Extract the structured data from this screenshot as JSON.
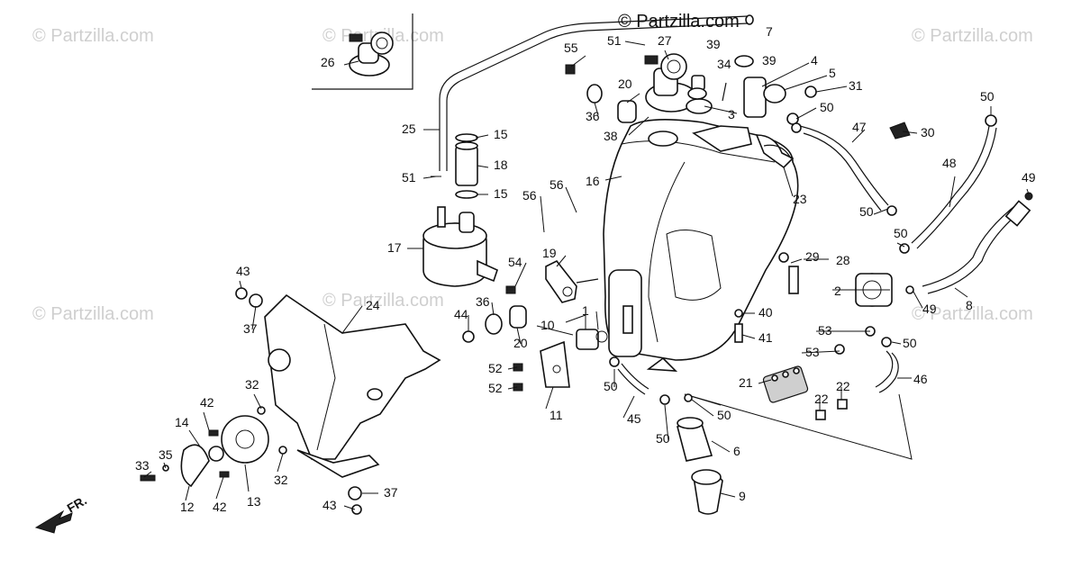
{
  "watermark": "© Partzilla.com",
  "front_marker": "FR.",
  "callouts": [
    {
      "id": "c1",
      "text": "1"
    },
    {
      "id": "c2",
      "text": "2"
    },
    {
      "id": "c3",
      "text": "3"
    },
    {
      "id": "c4",
      "text": "4"
    },
    {
      "id": "c5",
      "text": "5"
    },
    {
      "id": "c6",
      "text": "6"
    },
    {
      "id": "c7",
      "text": "7"
    },
    {
      "id": "c8",
      "text": "8"
    },
    {
      "id": "c9",
      "text": "9"
    },
    {
      "id": "c10",
      "text": "10"
    },
    {
      "id": "c11",
      "text": "11"
    },
    {
      "id": "c12",
      "text": "12"
    },
    {
      "id": "c13",
      "text": "13"
    },
    {
      "id": "c14",
      "text": "14"
    },
    {
      "id": "c15a",
      "text": "15"
    },
    {
      "id": "c15b",
      "text": "15"
    },
    {
      "id": "c16",
      "text": "16"
    },
    {
      "id": "c17",
      "text": "17"
    },
    {
      "id": "c18",
      "text": "18"
    },
    {
      "id": "c19",
      "text": "19"
    },
    {
      "id": "c20a",
      "text": "20"
    },
    {
      "id": "c20b",
      "text": "20"
    },
    {
      "id": "c21",
      "text": "21"
    },
    {
      "id": "c22a",
      "text": "22"
    },
    {
      "id": "c22b",
      "text": "22"
    },
    {
      "id": "c23",
      "text": "23"
    },
    {
      "id": "c24",
      "text": "24"
    },
    {
      "id": "c25",
      "text": "25"
    },
    {
      "id": "c26",
      "text": "26"
    },
    {
      "id": "c27",
      "text": "27"
    },
    {
      "id": "c28",
      "text": "28"
    },
    {
      "id": "c29",
      "text": "29"
    },
    {
      "id": "c30",
      "text": "30"
    },
    {
      "id": "c31",
      "text": "31"
    },
    {
      "id": "c32a",
      "text": "32"
    },
    {
      "id": "c32b",
      "text": "32"
    },
    {
      "id": "c33",
      "text": "33"
    },
    {
      "id": "c34",
      "text": "34"
    },
    {
      "id": "c35",
      "text": "35"
    },
    {
      "id": "c36a",
      "text": "36"
    },
    {
      "id": "c36b",
      "text": "36"
    },
    {
      "id": "c37a",
      "text": "37"
    },
    {
      "id": "c37b",
      "text": "37"
    },
    {
      "id": "c38",
      "text": "38"
    },
    {
      "id": "c39a",
      "text": "39"
    },
    {
      "id": "c39b",
      "text": "39"
    },
    {
      "id": "c40",
      "text": "40"
    },
    {
      "id": "c41",
      "text": "41"
    },
    {
      "id": "c42a",
      "text": "42"
    },
    {
      "id": "c42b",
      "text": "42"
    },
    {
      "id": "c43a",
      "text": "43"
    },
    {
      "id": "c43b",
      "text": "43"
    },
    {
      "id": "c44",
      "text": "44"
    },
    {
      "id": "c45",
      "text": "45"
    },
    {
      "id": "c46",
      "text": "46"
    },
    {
      "id": "c47",
      "text": "47"
    },
    {
      "id": "c48",
      "text": "48"
    },
    {
      "id": "c49a",
      "text": "49"
    },
    {
      "id": "c49b",
      "text": "49"
    },
    {
      "id": "c50a",
      "text": "50"
    },
    {
      "id": "c50b",
      "text": "50"
    },
    {
      "id": "c50c",
      "text": "50"
    },
    {
      "id": "c50d",
      "text": "50"
    },
    {
      "id": "c50e",
      "text": "50"
    },
    {
      "id": "c50f",
      "text": "50"
    },
    {
      "id": "c50g",
      "text": "50"
    },
    {
      "id": "c50h",
      "text": "50"
    },
    {
      "id": "c51a",
      "text": "51"
    },
    {
      "id": "c51b",
      "text": "51"
    },
    {
      "id": "c52a",
      "text": "52"
    },
    {
      "id": "c52b",
      "text": "52"
    },
    {
      "id": "c53a",
      "text": "53"
    },
    {
      "id": "c53b",
      "text": "53"
    },
    {
      "id": "c54",
      "text": "54"
    },
    {
      "id": "c55",
      "text": "55"
    },
    {
      "id": "c56a",
      "text": "56"
    },
    {
      "id": "c56b",
      "text": "56"
    }
  ]
}
